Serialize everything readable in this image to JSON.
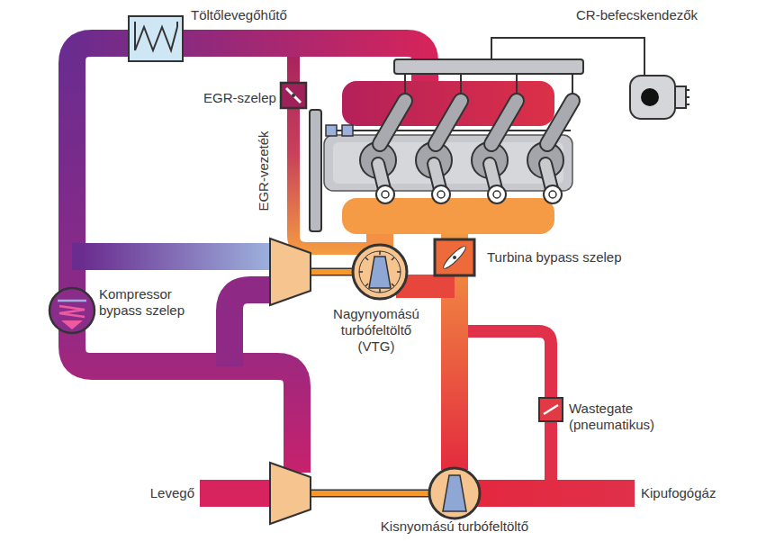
{
  "diagram": {
    "labels": [
      "Töltőlevegőhűtő",
      "CR-befecskendezők",
      "EGR-szelep",
      "EGR-vezeték",
      "Turbina bypass szelep",
      "Kompressor bypass szelep",
      "Nagynyomású turbófeltöltő (VTG)",
      "Wastegate (pneumatikus)",
      "Levegő",
      "Kipufogógáz",
      "Kisnyomású turbófeltöltő"
    ]
  }
}
